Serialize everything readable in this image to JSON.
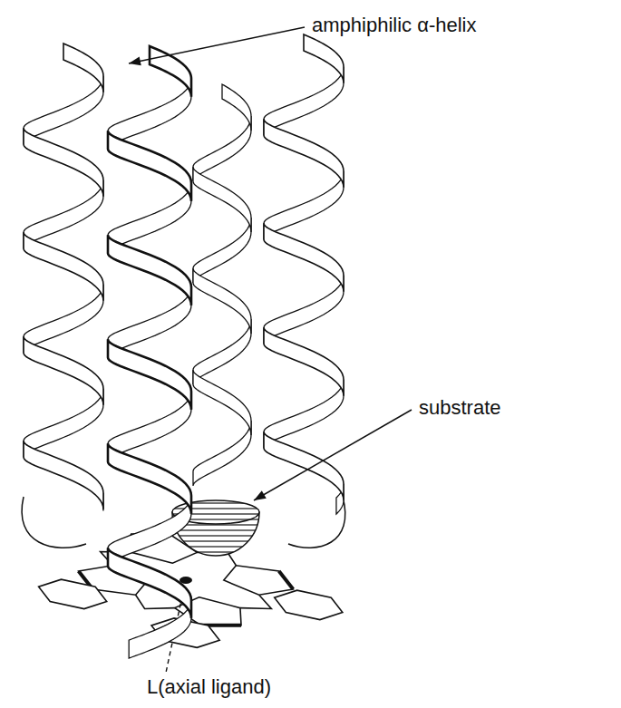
{
  "diagram": {
    "labels": [
      "amphiphilic α-helix",
      "substrate",
      "L(axial ligand)"
    ]
  }
}
